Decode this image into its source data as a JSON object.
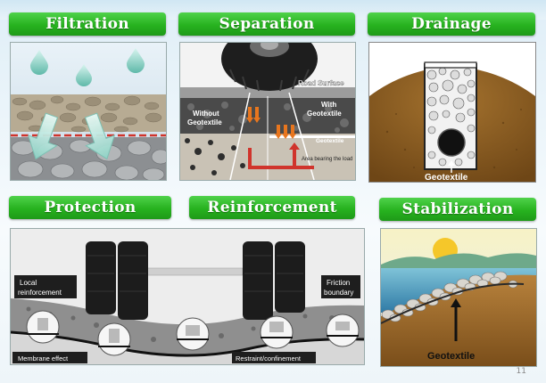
{
  "headers": {
    "filtration": "Filtration",
    "separation": "Separation",
    "drainage": "Drainage",
    "protection": "Protection",
    "reinforcement": "Reinforcement",
    "stabilization": "Stabilization"
  },
  "separation_labels": {
    "road_surface": "Road Surface",
    "without_line1": "Without",
    "without_line2": "Geotextile",
    "with_line1": "With",
    "with_line2": "Geotextile",
    "geotextile": "Geotextile",
    "area_load": "Area bearing the load"
  },
  "drainage_labels": {
    "geotextile": "Geotextile"
  },
  "protection_labels": {
    "local_line1": "Local",
    "local_line2": "reinforcement",
    "friction_line1": "Friction",
    "friction_line2": "boundary",
    "membrane": "Membrane effect",
    "restraint": "Restraint/confinement"
  },
  "stabilization_labels": {
    "geotextile": "Geotextile"
  },
  "page_number": "11",
  "colors": {
    "header_green": "#27b21f",
    "arrow_orange": "#e8761e",
    "geotextile_red": "#d0342c",
    "soil_brown": "#8a5a24"
  }
}
